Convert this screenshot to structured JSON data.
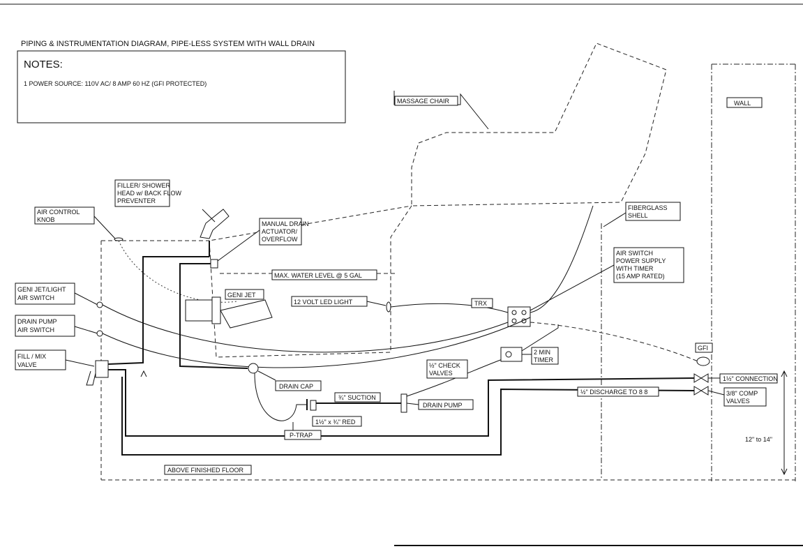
{
  "title": "PIPING & INSTRUMENTATION DIAGRAM, PIPE-LESS SYSTEM WITH WALL DRAIN",
  "notes": {
    "heading": "NOTES:",
    "items": [
      "1  POWER SOURCE: 110V AC/ 8 AMP 60 HZ (GFI PROTECTED)"
    ]
  },
  "labels": {
    "massage_chair": "MASSAGE CHAIR",
    "wall": "WALL",
    "filler_1": "FILLER/ SHOWER",
    "filler_2": "HEAD w/ BACK FLOW",
    "filler_3": "PREVENTER",
    "air_control_1": "AIR CONTROL",
    "air_control_2": "KNOB",
    "manual_drain_1": "MANUAL DRAIN",
    "manual_drain_2": "ACTUATOR/",
    "manual_drain_3": "OVERFLOW",
    "fiberglass_1": "FIBERGLASS",
    "fiberglass_2": "SHELL",
    "max_water": "MAX. WATER LEVEL @ 5 GAL",
    "air_switch_1": "AIR SWITCH",
    "air_switch_2": "POWER SUPPLY",
    "air_switch_3": "WITH TIMER",
    "air_switch_4": "(15 AMP RATED)",
    "geni_jet_light_1": "GENI JET/LIGHT",
    "geni_jet_light_2": "AIR SWITCH",
    "geni_jet": "GENI JET",
    "led_light": "12 VOLT LED LIGHT",
    "trx": "TRX",
    "drain_pump_switch_1": "DRAIN PUMP",
    "drain_pump_switch_2": "AIR SWITCH",
    "fill_mix_1": "FILL / MIX",
    "fill_mix_2": "VALVE",
    "timer_1": "2 MIN",
    "timer_2": "TIMER",
    "gfi": "GFI",
    "check_valves_1": "½\" CHECK",
    "check_valves_2": "VALVES",
    "connection": "1½\" CONNECTION",
    "drain_cap": "DRAIN CAP",
    "suction": "¾\" SUCTION",
    "drain_pump": "DRAIN PUMP",
    "discharge": "½\" DISCHARGE TO 8 8",
    "comp_valves_1": "3/8\" COMP",
    "comp_valves_2": "VALVES",
    "reducer": "1½\" x ¾\" RED",
    "p_trap": "P-TRAP",
    "height": "12\" to 14\"",
    "above_floor": "ABOVE FINISHED FLOOR"
  }
}
